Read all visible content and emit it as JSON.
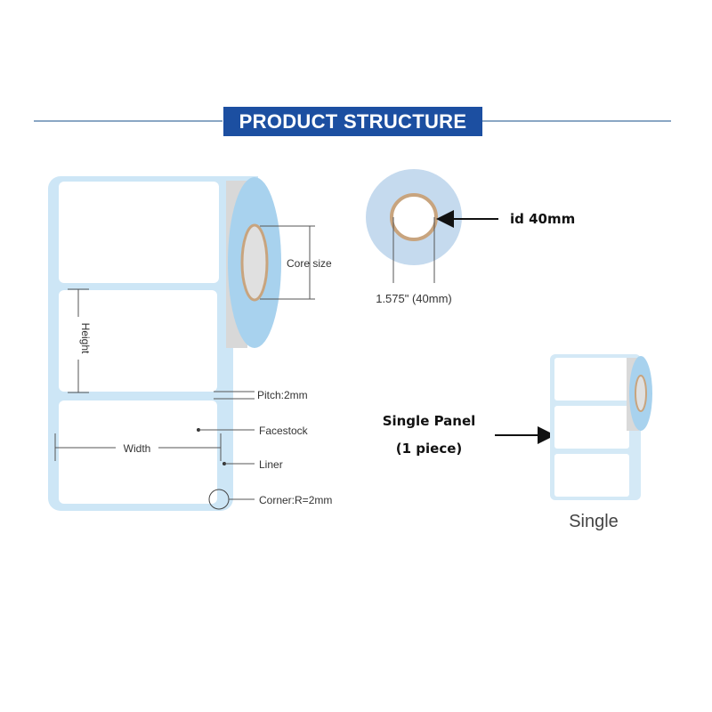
{
  "header": {
    "title": "PRODUCT STRUCTURE"
  },
  "roll_diagram": {
    "core_size_label": "Core size",
    "height_label": "Height",
    "width_label": "Width",
    "pitch_label": "Pitch:2mm",
    "facestock_label": "Facestock",
    "liner_label": "Liner",
    "corner_label": "Corner:R=2mm"
  },
  "core_detail": {
    "diameter_label": "1.575\" (40mm)",
    "id_label": "id 40mm"
  },
  "single_panel": {
    "title_line1": "Single Panel",
    "title_line2": "(1 piece)",
    "caption": "Single"
  },
  "colors": {
    "banner": "#1c4fa1",
    "liner_blue": "#c9e4f5",
    "roll_edge": "#a8d2ee",
    "core_ring": "#c8a47e"
  }
}
